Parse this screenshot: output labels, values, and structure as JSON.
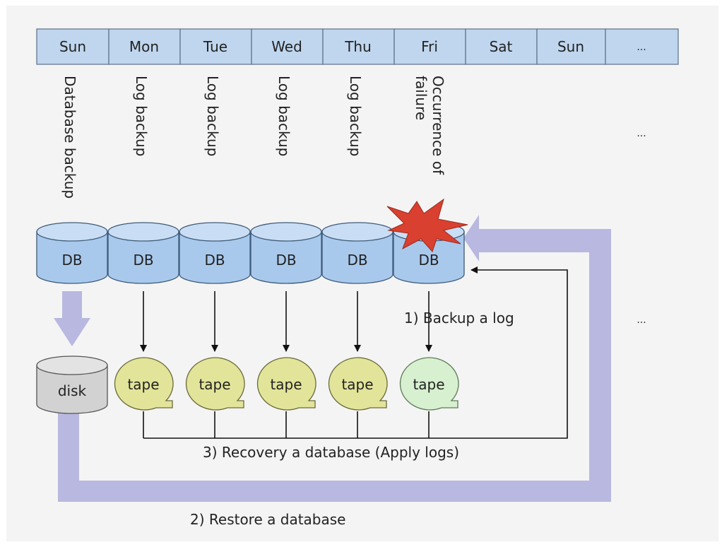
{
  "days": [
    "Sun",
    "Mon",
    "Tue",
    "Wed",
    "Thu",
    "Fri",
    "Sat",
    "Sun",
    "..."
  ],
  "vertical_labels": {
    "sun": "Database backup",
    "mon": "Log backup",
    "tue": "Log backup",
    "wed": "Log backup",
    "thu": "Log backup",
    "fri_line1": "Occurrence of",
    "fri_line2": "failure"
  },
  "ellipsis": "...",
  "db_label": "DB",
  "disk_label": "disk",
  "tape_label": "tape",
  "steps": {
    "backup_log": "1) Backup a log",
    "restore": "2) Restore a database",
    "recovery": "3) Recovery a database (Apply logs)"
  },
  "colors": {
    "day_cell": "#bfd6ee",
    "db": "#a9c9ec",
    "disk": "#d2d2d2",
    "tape_applied": "#e2e49a",
    "tape_latest": "#d7f0cf",
    "flow_arrow": "#b8b8e0",
    "failure_burst": "#d9402f"
  }
}
